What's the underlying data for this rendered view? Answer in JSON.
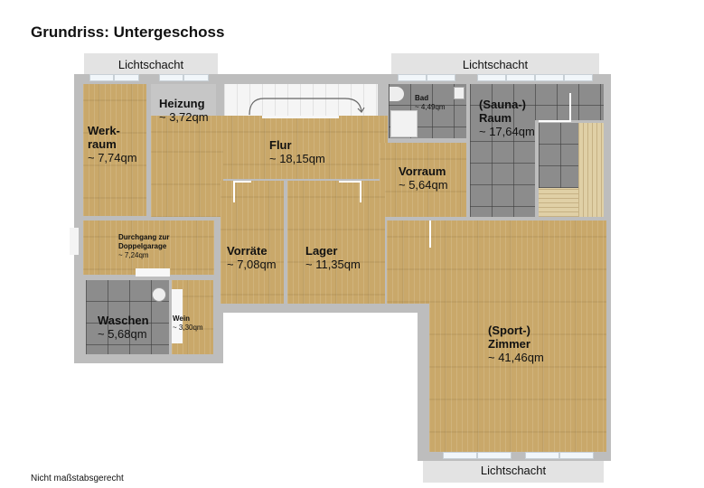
{
  "title": "Grundriss: Untergeschoss",
  "footnote": "Nicht maßstabsgerecht",
  "colors": {
    "parquet": "#c9a86a",
    "tile": "#8c8c8c",
    "wall": "#bdbdbd",
    "lichtschacht": "#e3e3e3",
    "sauna_wood": "#e0d0a6"
  },
  "lichtschacht": [
    {
      "label": "Lichtschacht",
      "position": "top-left"
    },
    {
      "label": "Lichtschacht",
      "position": "top-right"
    },
    {
      "label": "Lichtschacht",
      "position": "bottom-right"
    }
  ],
  "rooms": {
    "werkraum": {
      "name": "Werk-\nraum",
      "name_line1": "Werk-",
      "name_line2": "raum",
      "area": "~ 7,74qm"
    },
    "heizung": {
      "name": "Heizung",
      "area": "~ 3,72qm"
    },
    "flur": {
      "name": "Flur",
      "area": "~ 18,15qm"
    },
    "bad": {
      "name": "Bad",
      "area": "~ 4,49qm"
    },
    "sauna": {
      "name_line1": "(Sauna-)",
      "name_line2": "Raum",
      "area": "~ 17,64qm"
    },
    "vorraum": {
      "name": "Vorraum",
      "area": "~ 5,64qm"
    },
    "durchgang": {
      "name_line1": "Durchgang zur",
      "name_line2": "Doppelgarage",
      "area": "~ 7,24qm"
    },
    "vorraete": {
      "name": "Vorräte",
      "area": "~ 7,08qm"
    },
    "lager": {
      "name": "Lager",
      "area": "~ 11,35qm"
    },
    "waschen": {
      "name": "Waschen",
      "area": "~ 5,68qm"
    },
    "wein": {
      "name": "Wein",
      "area": "~ 3,30qm"
    },
    "sportzimmer": {
      "name_line1": "(Sport-)",
      "name_line2": "Zimmer",
      "area": "~ 41,46qm"
    }
  }
}
